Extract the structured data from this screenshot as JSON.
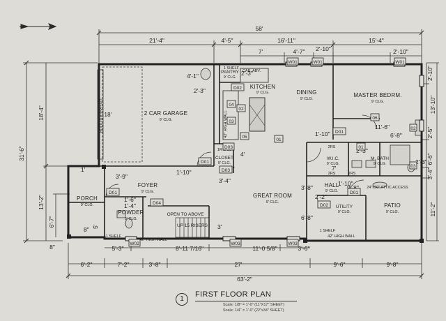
{
  "drawing_title": "FIRST FLOOR PLAN",
  "drawing_number": "1",
  "scale_notes": [
    "Scale: 1/8\" = 1'-0\" (11\"X17\" SHEET)",
    "Scale: 1/4\" = 1'-0\" (22\"x34\" SHEET)"
  ],
  "rooms": {
    "garage": {
      "name": "2 CAR GARAGE",
      "clg": "9' CLG."
    },
    "garage_depth": "18'",
    "garage_door": "OVERHEAD DOOR",
    "kitchen": {
      "name": "KITCHEN",
      "clg": "9' CLG."
    },
    "dining": {
      "name": "DINING",
      "clg": "9' CLG."
    },
    "master": {
      "name": "MASTER BEDRM.",
      "clg": "9' CLG."
    },
    "great_room": {
      "name": "GREAT ROOM",
      "clg": "9' CLG."
    },
    "foyer": {
      "name": "FOYER",
      "clg": "9' CLG."
    },
    "porch": {
      "name": "PORCH",
      "clg": "9' CLG."
    },
    "powder": {
      "name": "POWDER",
      "clg": "9' CLG."
    },
    "open_above": "OPEN TO ABOVE",
    "stairs": "UP 15 RISERS",
    "hall": {
      "name": "HALL",
      "clg": "9' CLG."
    },
    "utility": {
      "name": "UTILITY",
      "clg": "9' CLG."
    },
    "patio": {
      "name": "PATIO",
      "clg": "9' CLG."
    },
    "mbath": {
      "name": "M. BATH",
      "clg": "9' CLG."
    },
    "wic": {
      "name": "W.I.C.",
      "clg": "9' CLG."
    },
    "closet": {
      "name": "CLOSET",
      "clg": "9' CLG."
    },
    "pantry": {
      "name": "PANTRY",
      "clg": "9' CLG."
    },
    "attic": "24\"x30\" ATTIC ACCESS",
    "cab_abv": "CAB. ABV.",
    "shelf_1": "1 SHELF",
    "shelf_2": "1 SHELF",
    "shelf_top": "1 SHELF",
    "rods": "2RS",
    "rods_2": "2RS",
    "rods_3": "2RS",
    "closet_rods": "1R & 1S",
    "half_wall": "42\" HIGH WALL",
    "half_wall_2": "42\" HIGH WALL",
    "half_wall_3": "42\" HIGH WALL"
  },
  "tags": {
    "d01": "D01",
    "d02": "D02",
    "d03": "D03",
    "d04": "D04",
    "w01": "W01",
    "w02": "W02",
    "w03": "W03",
    "k01": "01",
    "k02": "02",
    "k03": "03",
    "k04": "04",
    "k05": "05",
    "k06": "06",
    "k01b": "01",
    "k02b": "02",
    "k03b": "03"
  },
  "dims": {
    "top_total": "58'",
    "top_a": "21'-4\"",
    "top_b": "4'-5\"",
    "top_c": "16'-11\"",
    "top_d": "15'-4\"",
    "top2_a": "7'",
    "top2_b": "4'-7\"",
    "top2_c": "2'-10\"",
    "top2_d": "2'-10\"",
    "left_total": "31'-6\"",
    "left_a": "18'-4\"",
    "left_b": "13'-2\"",
    "left_c": "6'-7\"",
    "left_d": "8\"",
    "right_a": "2'-10\"",
    "right_b": "13'-10\"",
    "right_c": "2'-5\"",
    "right_d": "6'-6\"",
    "right_e": "3'-4\"",
    "right_f": "11'-2\"",
    "bot_total": "63'-2\"",
    "bot_a": "6'-2\"",
    "bot_b": "7'-2\"",
    "bot_c": "3'-8\"",
    "bot_d": "27'",
    "bot_e": "9'-6\"",
    "bot_f": "9'-8\"",
    "b2_a": "5'-3\"",
    "b2_b": "8'-11 7/16\"",
    "b2_c": "11'-0 5/8\"",
    "b2_d": "3'-6\"",
    "k1": "4'-1\"",
    "k2": "2'-3\"",
    "k3": "2'-3\"",
    "k4": "4'",
    "k5": "1'-10\"",
    "k6": "3'-4\"",
    "k7": "1'",
    "k8": "3'-9\"",
    "k9": "1'-6\"",
    "k10": "1'-4\"",
    "k11": "5'",
    "k12": "8\"",
    "k13": "3'",
    "k14": "3'-8\"",
    "k15": "1'-10\"",
    "k16": "2'-2\"",
    "k17": "6'-8\"",
    "k18": "1'-10\"",
    "k19": "11'-6\"",
    "k20": "6'-8\"",
    "k21": "2'-3\"",
    "k22": "7'",
    "k23": "2'-3\"",
    "k24": "9'-8\"",
    "k25": "1'-10\""
  }
}
